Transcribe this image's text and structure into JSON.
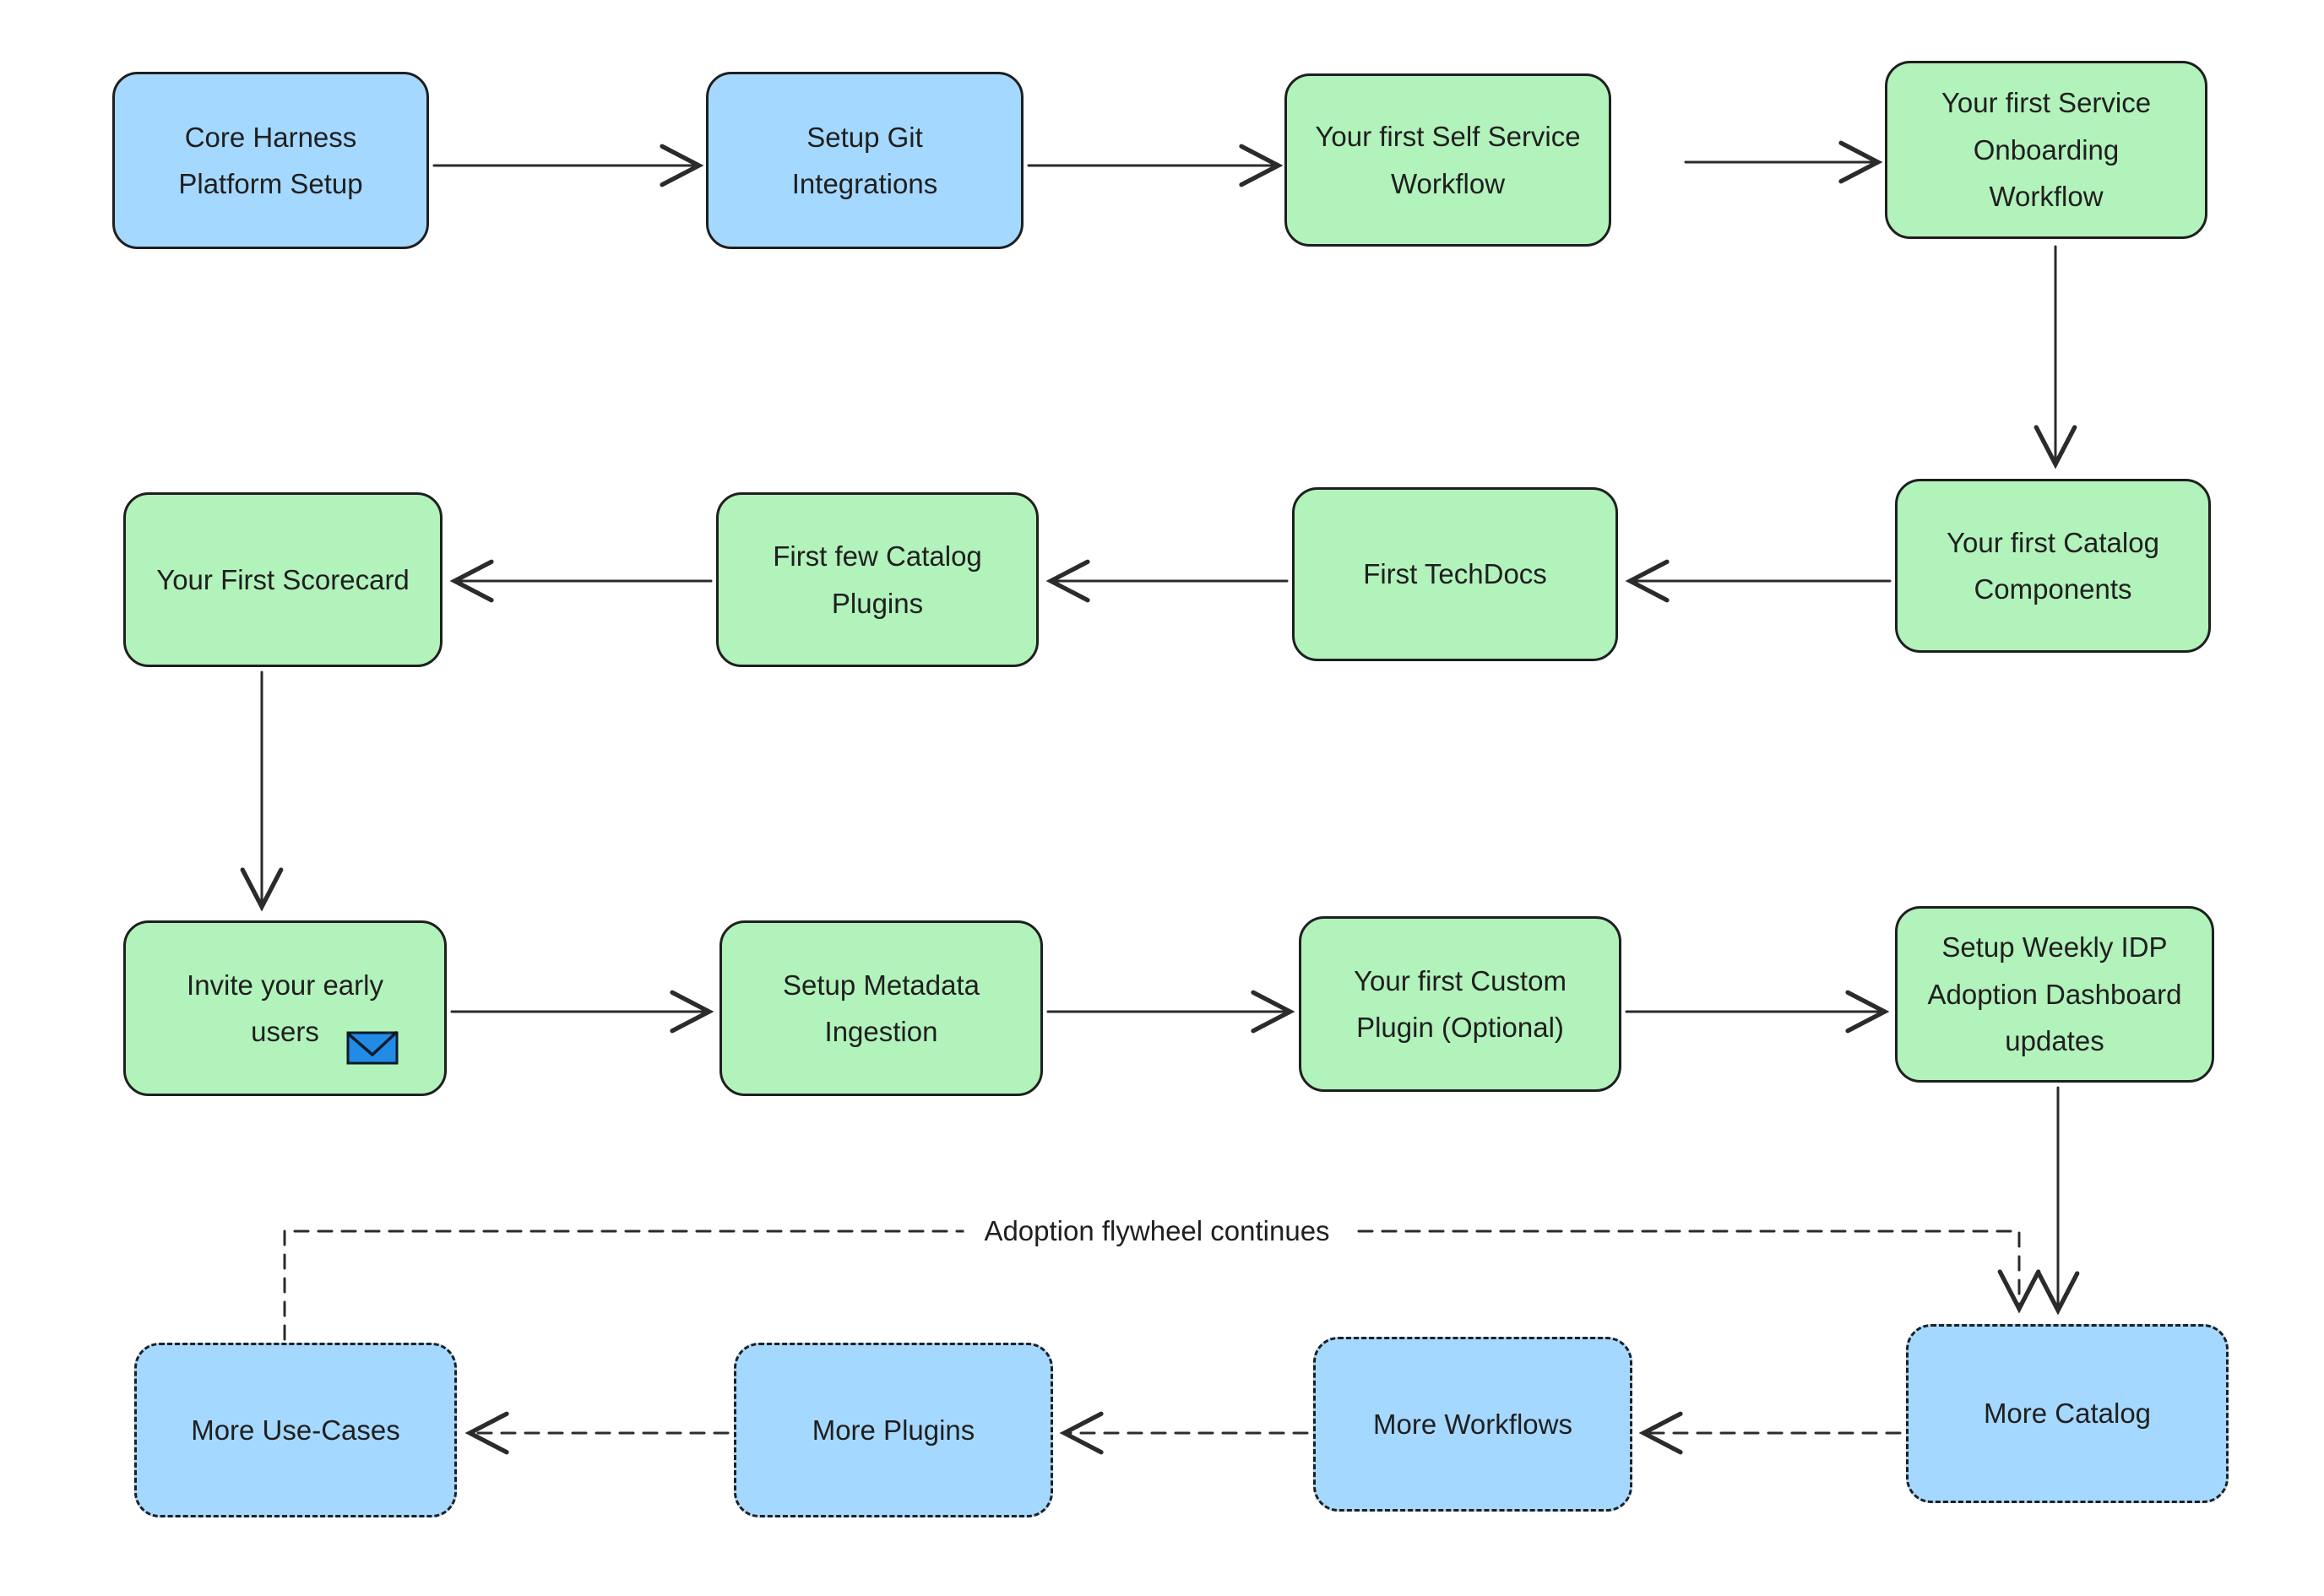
{
  "diagram": {
    "flywheel_label": "Adoption flywheel continues",
    "colors": {
      "blue_fill": "#a5d8ff",
      "green_fill": "#b2f2bb",
      "envelope_blue": "#228be6",
      "stroke_color": "#2b2b2b",
      "text_color": "#1f1f1f",
      "background": "#ffffff"
    },
    "nodes": [
      {
        "id": "core-harness-platform-setup",
        "label": "Core Harness\nPlatform Setup",
        "fill": "blue",
        "border": "solid"
      },
      {
        "id": "setup-git-integrations",
        "label": "Setup Git\nIntegrations",
        "fill": "blue",
        "border": "solid"
      },
      {
        "id": "first-self-service-workflow",
        "label": "Your first Self Service\nWorkflow",
        "fill": "green",
        "border": "solid"
      },
      {
        "id": "first-service-onboarding-workflow",
        "label": "Your first Service\nOnboarding\nWorkflow",
        "fill": "green",
        "border": "solid"
      },
      {
        "id": "first-scorecard",
        "label": "Your First Scorecard",
        "fill": "green",
        "border": "solid"
      },
      {
        "id": "first-few-catalog-plugins",
        "label": "First few Catalog\nPlugins",
        "fill": "green",
        "border": "solid"
      },
      {
        "id": "first-techdocs",
        "label": "First TechDocs",
        "fill": "green",
        "border": "solid"
      },
      {
        "id": "first-catalog-components",
        "label": "Your first Catalog\nComponents",
        "fill": "green",
        "border": "solid"
      },
      {
        "id": "invite-early-users",
        "label": "Invite your early\nusers",
        "fill": "green",
        "border": "solid",
        "icon": "envelope-icon"
      },
      {
        "id": "setup-metadata-ingestion",
        "label": "Setup Metadata\nIngestion",
        "fill": "green",
        "border": "solid"
      },
      {
        "id": "first-custom-plugin",
        "label": "Your first Custom\nPlugin (Optional)",
        "fill": "green",
        "border": "solid"
      },
      {
        "id": "setup-weekly-idp-adoption-dashboard",
        "label": "Setup Weekly IDP\nAdoption Dashboard\nupdates",
        "fill": "green",
        "border": "solid"
      },
      {
        "id": "more-use-cases",
        "label": "More Use-Cases",
        "fill": "blue",
        "border": "dashed"
      },
      {
        "id": "more-plugins",
        "label": "More Plugins",
        "fill": "blue",
        "border": "dashed"
      },
      {
        "id": "more-workflows",
        "label": "More Workflows",
        "fill": "blue",
        "border": "dashed"
      },
      {
        "id": "more-catalog",
        "label": "More Catalog",
        "fill": "blue",
        "border": "dashed"
      }
    ],
    "edges": [
      {
        "from": "core-harness-platform-setup",
        "to": "setup-git-integrations",
        "style": "solid"
      },
      {
        "from": "setup-git-integrations",
        "to": "first-self-service-workflow",
        "style": "solid"
      },
      {
        "from": "first-self-service-workflow",
        "to": "first-service-onboarding-workflow",
        "style": "solid"
      },
      {
        "from": "first-service-onboarding-workflow",
        "to": "first-catalog-components",
        "style": "solid"
      },
      {
        "from": "first-catalog-components",
        "to": "first-techdocs",
        "style": "solid"
      },
      {
        "from": "first-techdocs",
        "to": "first-few-catalog-plugins",
        "style": "solid"
      },
      {
        "from": "first-few-catalog-plugins",
        "to": "first-scorecard",
        "style": "solid"
      },
      {
        "from": "first-scorecard",
        "to": "invite-early-users",
        "style": "solid"
      },
      {
        "from": "invite-early-users",
        "to": "setup-metadata-ingestion",
        "style": "solid"
      },
      {
        "from": "setup-metadata-ingestion",
        "to": "first-custom-plugin",
        "style": "solid"
      },
      {
        "from": "first-custom-plugin",
        "to": "setup-weekly-idp-adoption-dashboard",
        "style": "solid"
      },
      {
        "from": "setup-weekly-idp-adoption-dashboard",
        "to": "more-catalog",
        "style": "solid"
      },
      {
        "from": "more-catalog",
        "to": "more-workflows",
        "style": "dashed"
      },
      {
        "from": "more-workflows",
        "to": "more-plugins",
        "style": "dashed"
      },
      {
        "from": "more-plugins",
        "to": "more-use-cases",
        "style": "dashed"
      },
      {
        "from": "more-use-cases",
        "to": "more-catalog",
        "style": "dashed",
        "label": "Adoption flywheel continues"
      }
    ]
  }
}
